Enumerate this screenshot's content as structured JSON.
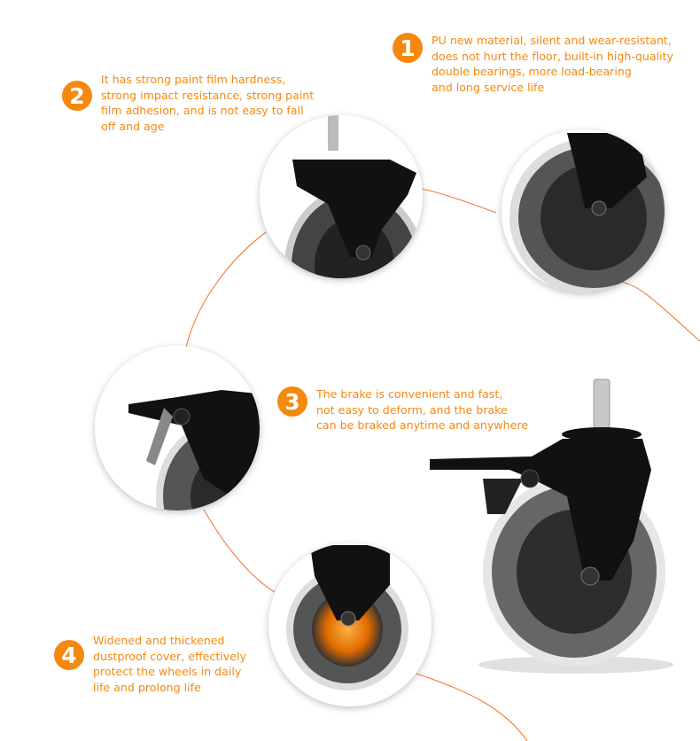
{
  "accent_color": "#f5890f",
  "features": [
    {
      "number": "1",
      "text": "PU new material, silent and wear-resistant,\ndoes not hurt the floor, built-in high-quality\ndouble bearings, more load-bearing\nand long service life"
    },
    {
      "number": "2",
      "text": "It has strong paint film hardness,\nstrong impact resistance, strong paint\nfilm adhesion, and is not easy to fall\noff and age"
    },
    {
      "number": "3",
      "text": "The brake is convenient and fast,\nnot easy to deform, and the brake\ncan be braked anytime and anywhere"
    },
    {
      "number": "4",
      "text": "Widened and thickened\ndustproof cover, effectively\nprotect the wheels in daily\nlife and prolong life"
    }
  ]
}
